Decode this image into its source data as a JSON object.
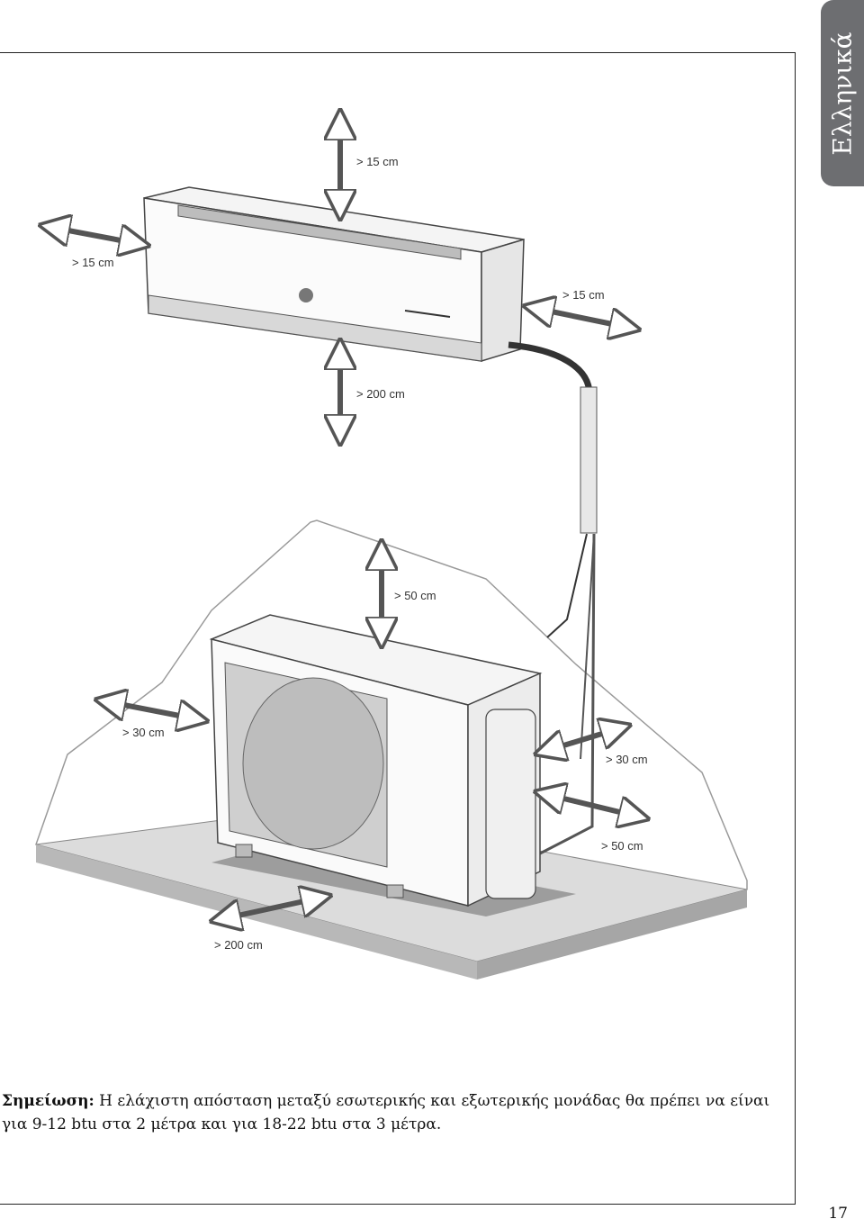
{
  "language_tab": "Ελληνικά",
  "dimensions": {
    "indoor_top": "> 15 cm",
    "indoor_left": "> 15 cm",
    "indoor_right": "> 15 cm",
    "indoor_bottom": "> 200 cm",
    "outdoor_top": "> 50 cm",
    "outdoor_left": "> 30 cm",
    "outdoor_right_back": "> 30 cm",
    "outdoor_right_side": "> 50 cm",
    "outdoor_front": "> 200 cm"
  },
  "note": {
    "label": "Σημείωση:",
    "text": "Η ελάχιστη απόσταση μεταξύ εσωτερικής και εξωτερικής μονάδας θα πρέπει να είναι για 9-12 btu στα 2 μέτρα και για 18-22 btu στα 3 μέτρα."
  },
  "page_number": "17"
}
